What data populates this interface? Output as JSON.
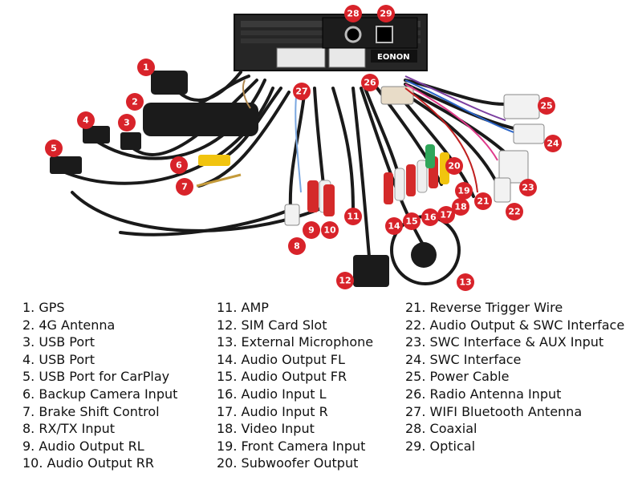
{
  "brand": "EONON",
  "legend": {
    "col1": [
      {
        "n": "1",
        "label": "1. GPS"
      },
      {
        "n": "2",
        "label": "2. 4G Antenna"
      },
      {
        "n": "3",
        "label": "3. USB Port"
      },
      {
        "n": "4",
        "label": "4. USB Port"
      },
      {
        "n": "5",
        "label": "5. USB Port for CarPlay"
      },
      {
        "n": "6",
        "label": "6. Backup Camera Input"
      },
      {
        "n": "7",
        "label": "7. Brake Shift Control"
      },
      {
        "n": "8",
        "label": "8. RX/TX Input"
      },
      {
        "n": "9",
        "label": "9. Audio Output RL"
      },
      {
        "n": "10",
        "label": "10. Audio Output RR"
      }
    ],
    "col2": [
      {
        "n": "11",
        "label": "11. AMP"
      },
      {
        "n": "12",
        "label": "12. SIM Card Slot"
      },
      {
        "n": "13",
        "label": "13. External Microphone"
      },
      {
        "n": "14",
        "label": "14. Audio Output FL"
      },
      {
        "n": "15",
        "label": "15. Audio Output FR"
      },
      {
        "n": "16",
        "label": "16. Audio Input L"
      },
      {
        "n": "17",
        "label": "17. Audio Input R"
      },
      {
        "n": "18",
        "label": "18. Video Input"
      },
      {
        "n": "19",
        "label": "19. Front Camera Input"
      },
      {
        "n": "20",
        "label": "20. Subwoofer Output"
      }
    ],
    "col3": [
      {
        "n": "21",
        "label": "21. Reverse Trigger Wire"
      },
      {
        "n": "22",
        "label": "22. Audio Output & SWC Interface"
      },
      {
        "n": "23",
        "label": "23. SWC Interface & AUX Input"
      },
      {
        "n": "24",
        "label": "24. SWC Interface"
      },
      {
        "n": "25",
        "label": "25. Power Cable"
      },
      {
        "n": "26",
        "label": "26. Radio Antenna Input"
      },
      {
        "n": "27",
        "label": "27. WIFI Bluetooth Antenna"
      },
      {
        "n": "28",
        "label": "28. Coaxial"
      },
      {
        "n": "29",
        "label": "29. Optical"
      }
    ]
  },
  "badges": {
    "b1": "1",
    "b2": "2",
    "b3": "3",
    "b4": "4",
    "b5": "5",
    "b6": "6",
    "b7": "7",
    "b8": "8",
    "b9": "9",
    "b10": "10",
    "b11": "11",
    "b12": "12",
    "b13": "13",
    "b14": "14",
    "b15": "15",
    "b16": "16",
    "b17": "17",
    "b18": "18",
    "b19": "19",
    "b20": "20",
    "b21": "21",
    "b22": "22",
    "b23": "23",
    "b24": "24",
    "b25": "25",
    "b26": "26",
    "b27": "27",
    "b28": "28",
    "b29": "29"
  },
  "colors": {
    "badge": "#d8232a",
    "cable": "#1a1a1a",
    "unit": "#2b2b2b",
    "connector_white": "#f2f2f2",
    "rca_red": "#d42a2a",
    "rca_white": "#efefef",
    "rca_yellow": "#f1c40f",
    "rca_green": "#2fa65a"
  }
}
